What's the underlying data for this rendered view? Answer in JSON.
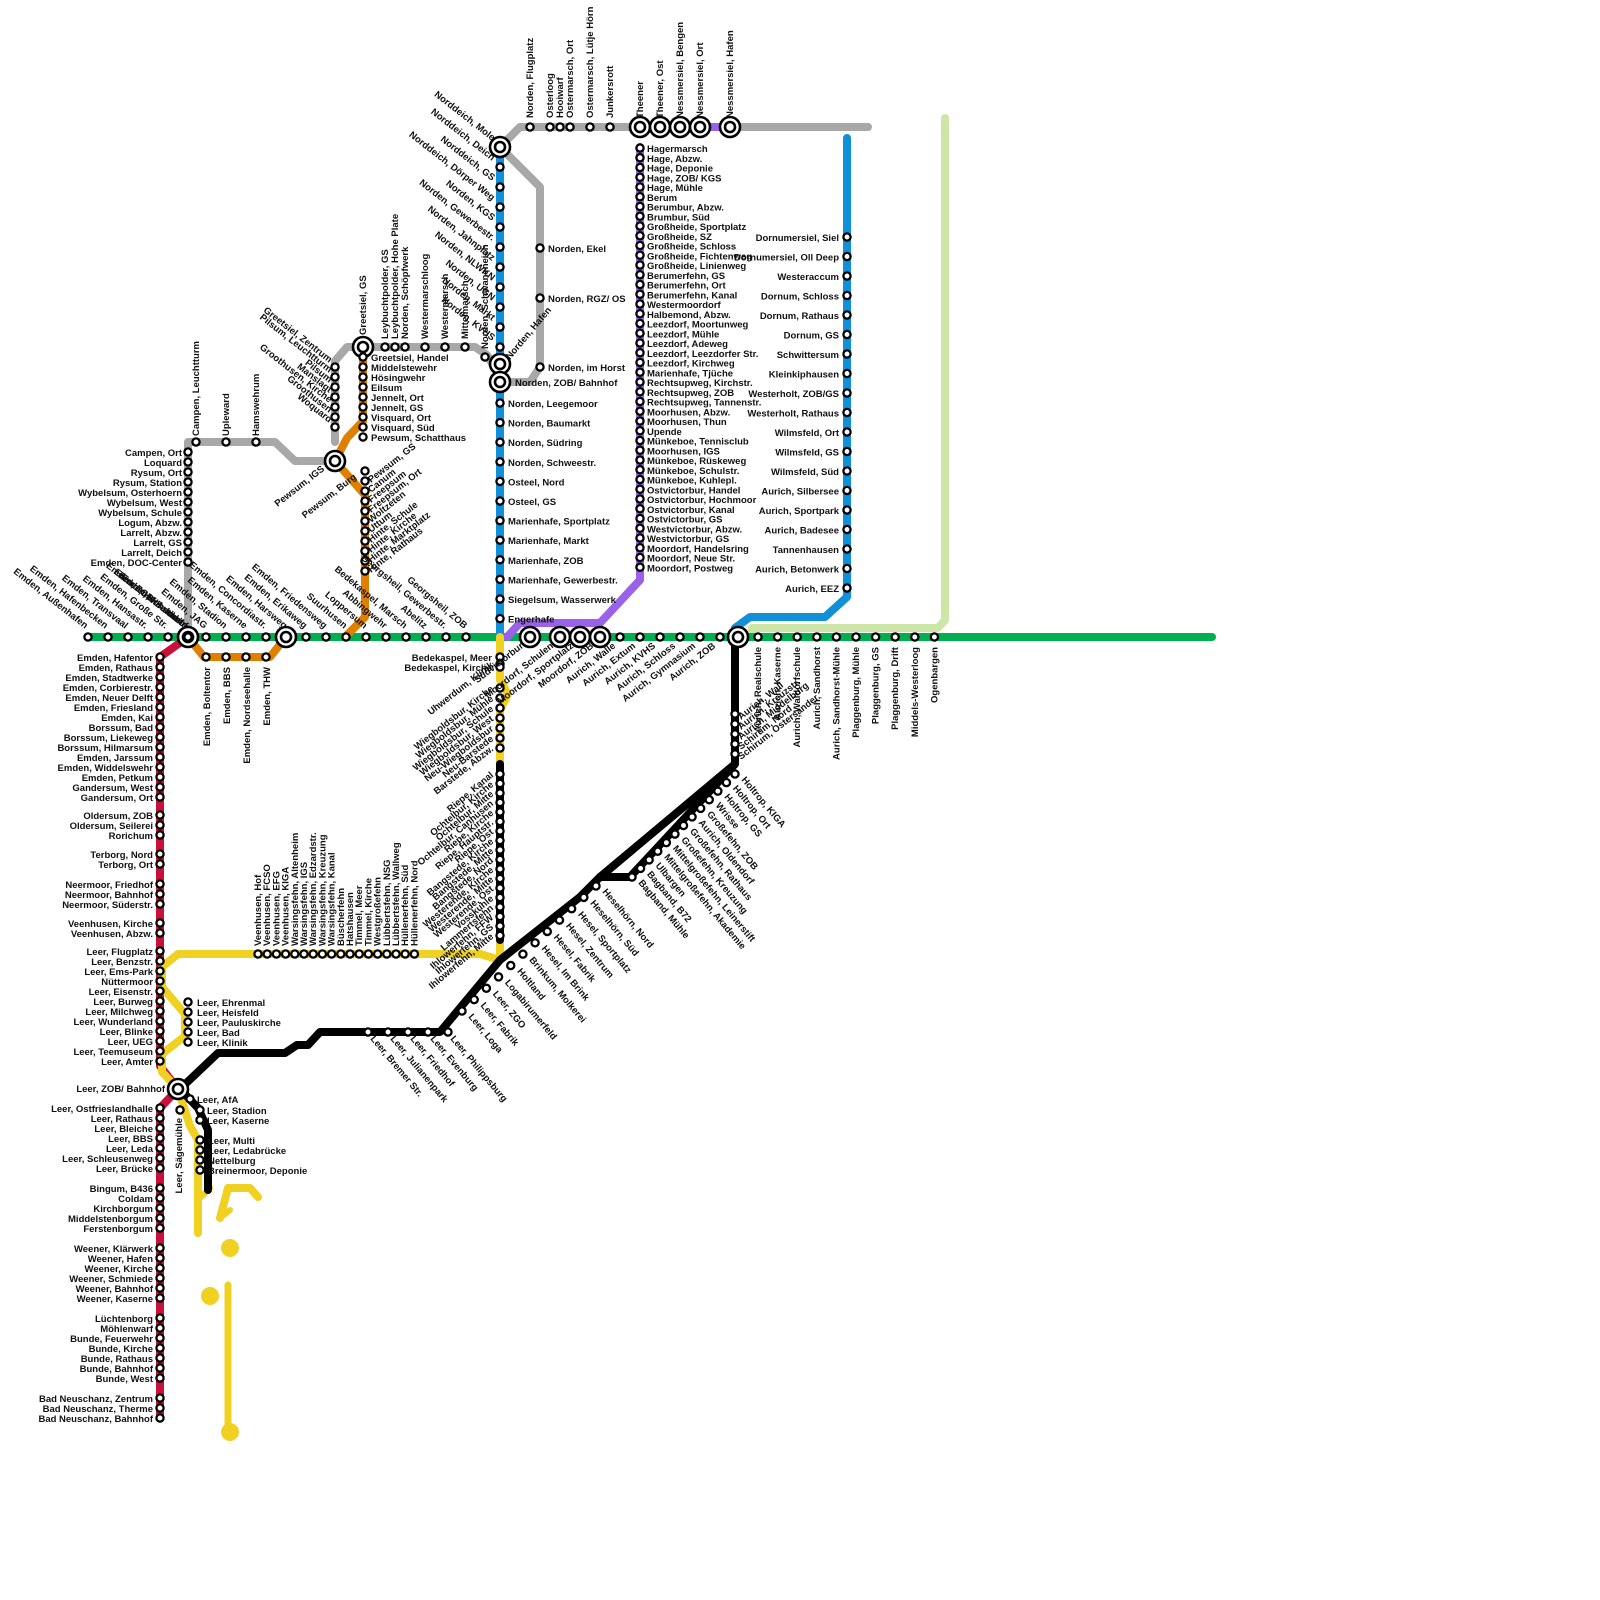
{
  "colors": {
    "green": "#00b050",
    "red": "#c8103a",
    "gray": "#a8a8a8",
    "blue": "#1090d8",
    "purple": "#9a62e8",
    "orange": "#e08000",
    "yellow": "#f0d020",
    "black": "#000000",
    "lightgreen": "#cde6a8"
  },
  "lines": [
    {
      "key": "green",
      "color": "#00b050"
    },
    {
      "key": "red",
      "color": "#c8103a"
    },
    {
      "key": "gray",
      "color": "#a8a8a8"
    },
    {
      "key": "blue",
      "color": "#1090d8"
    },
    {
      "key": "purple",
      "color": "#9a62e8"
    },
    {
      "key": "orange",
      "color": "#e08000"
    },
    {
      "key": "yellow",
      "color": "#f0d020"
    },
    {
      "key": "black",
      "color": "#000000"
    },
    {
      "key": "lightgreen",
      "color": "#cde6a8"
    }
  ],
  "groups": {
    "emden_west": [
      "Emden, Außenhafen",
      "Emden, Hafenbecken",
      "Emden, Transvaal",
      "Emden, Hansastr.",
      "Emden, Große Str.",
      "Emden, ZOB/ Bahnhof",
      "Emden, Kunsthalle",
      "Emden, Neutorstr.",
      "Emden, Hochschule"
    ],
    "emden_east": [
      "Emden, JAG",
      "Emden, Stadion",
      "Emden, Kaserne",
      "Emden, Concordiastr.",
      "Emden, Harsweg",
      "Emden, Erikaweg",
      "Emden, Friedensweg",
      "Suurhusen",
      "Loppersum",
      "Abbingwehr",
      "Bedekaspel, Marsch",
      "Abelitz",
      "Georgsheil, Gewerbestr.",
      "Georgsheil, ZOB"
    ],
    "emden_south": [
      "Emden, Boltentor",
      "Emden, BBS",
      "Emden, Nordseehalle",
      "Emden, THW"
    ],
    "campen_col": [
      "Campen, Ort",
      "Loquard",
      "Rysum, Ort",
      "Rysum, Station",
      "Wybelsum, Osterhoern",
      "Wybelsum, West",
      "Wybelsum, Schule",
      "Logum, Abzw.",
      "Larrelt, Abzw.",
      "Larrelt, GS",
      "Larrelt, Deich",
      "Emden, DOC-Center"
    ],
    "campen_top": [
      "Campen, Leuchtturm",
      "Upleward",
      "Hamswehrum"
    ],
    "red_col": [
      "Emden, Hafentor",
      "Emden, Rathaus",
      "Emden, Stadtwerke",
      "Emden, Corbierestr.",
      "Emden, Neuer Delft",
      "Emden, Friesland",
      "Emden, Kai",
      "Borssum, Bad",
      "Borssum, Liekeweg",
      "Borssum, Hilmarsum",
      "Emden, Jarssum",
      "Emden, Widdelswehr",
      "Emden, Petkum",
      "Gandersum, West",
      "Gandersum, Ort",
      "Oldersum, ZOB",
      "Oldersum, Seilerei",
      "Rorichum",
      "Terborg, Nord",
      "Terborg, Ort",
      "Neermoor, Friedhof",
      "Neermoor, Bahnhof",
      "Neermoor, Süderstr.",
      "Veenhusen, Kirche",
      "Veenhusen, Abzw.",
      "Leer, Flugplatz",
      "Leer, Benzstr.",
      "Leer, Ems-Park",
      "Nüttermoor",
      "Leer, Eisenstr.",
      "Leer, Burweg",
      "Leer, Milchweg",
      "Leer, Wunderland",
      "Leer, Blinke",
      "Leer, UEG",
      "Leer, Teemuseum",
      "Leer, Amter"
    ],
    "leer_zob": "Leer, ZOB/ Bahnhof",
    "red_south": [
      "Leer, Ostfrieslandhalle",
      "Leer, Rathaus",
      "Leer, Bleiche",
      "Leer, BBS",
      "Leer, Leda",
      "Leer, Schleusenweg",
      "Leer, Brücke",
      "Bingum, B436",
      "Coldam",
      "Kirchborgum",
      "Middelstenborgum",
      "Ferstenborgum",
      "Weener, Klärwerk",
      "Weener, Hafen",
      "Weener, Kirche",
      "Weener, Schmiede",
      "Weener, Bahnhof",
      "Weener, Kaserne",
      "Lüchtenborg",
      "Möhlenwarf",
      "Bunde, Feuerwehr",
      "Bunde, Kirche",
      "Bunde, Rathaus",
      "Bunde, Bahnhof",
      "Bunde, West",
      "Bad Neuschanz, Zentrum",
      "Bad Neuschanz, Therme",
      "Bad Neuschanz, Bahnhof"
    ],
    "leer_east_col": [
      "Leer, Ehrenmal",
      "Leer, Heisfeld",
      "Leer, Pauluskirche",
      "Leer, Bad",
      "Leer, Klinik"
    ],
    "leer_afa": [
      "Leer, AfA",
      "Leer, Stadion",
      "Leer, Kaserne"
    ],
    "leer_multi": [
      "Leer, Multi",
      "Leer, Ledabrücke",
      "Nettelburg",
      "Breinermoor, Deponie"
    ],
    "saegemuehle": "Leer, Sägemühle",
    "warsingsfehn": [
      "Veenhusen, Hof",
      "Veenhusen, FCSO",
      "Veenhusen, EFG",
      "Veenhusen, KIGA",
      "Warsingsfehn, Altenheim",
      "Warsingsfehn, IGS",
      "Warsingsfehn, Edzardstr.",
      "Warsingsfehn, Kreuzung",
      "Warsingsfehn, Kanal",
      "Büscherfehn",
      "Hatshausen",
      "Timmel, Meer",
      "Timmel, Kirche",
      "Westgroßefehn",
      "Lübbertsfehn, NSG",
      "Lübbertsfehn, Wallweg",
      "Hüllenerfehn, Süd",
      "Hüllenerfehn, Nord"
    ],
    "yellow_col": [
      "Uhwerdum, Klinik",
      "Wiegboldsbur, Kirche",
      "Wiegboldsbur, Mühle",
      "Wiegboldsbur, Schule",
      "Wiegboldsbur, West",
      "Neu-Wiegboldsbur",
      "Neu-Barstede",
      "Barstede, Abzw."
    ],
    "black_col": [
      "Riepe, Kanal",
      "Ochtelbur, Kirche",
      "Ochtelbur, Mitte",
      "Ochtelbur, Canhusen",
      "Riepe, Kirche",
      "Riepe, Hauptstr.",
      "Riepe, Ost",
      "Bangstede, Kirche",
      "Bangstede, Mitte",
      "Bangstede, Nord",
      "Westerende, Kirche",
      "Westerende, Mitte",
      "Westerende, Ost",
      "Vosskuhle",
      "Lammertsfehn",
      "Ihlowerfehn, FFW",
      "Ihlowerfehn, GS",
      "Ihlowerfehn, Mitte"
    ],
    "leer_black": [
      "Leer, Bremer Str.",
      "Leer, Julianenpark",
      "Leer, Friedhof",
      "Leer, Evenburg",
      "Leer, Philippsburg"
    ],
    "black_diag": [
      "Leer, Loga",
      "Leer, Fabrik",
      "Leer, ZGO",
      "Logabirumerfeld",
      "Holtland",
      "Brinkum, Molkerei",
      "Hesel, Im Brink",
      "Hesel, Fabrik",
      "Hesel, Zentrum",
      "Hesel, Sportplatz",
      "Heselhörn, Süd",
      "Heselhörn, Nord"
    ],
    "black_east": [
      "Bagband, Mühle",
      "Bagband, B72",
      "Ulbargen",
      "Mittelgroßefehn, Akademie",
      "Mittelgroßefehn, Leinerstift",
      "Großefehn, Kreuzung",
      "Großefehn, Rathaus",
      "Aurich, Oldendorf",
      "Großefehn, ZOB",
      "Wrisse",
      "Holtrop, GS",
      "Holtrop, Ort",
      "Holtrop, KIGA",
      "Schirum, Ostersander",
      "Schirum, Nord",
      "Aurich, Middelburg",
      "Aurich, Kreuzstr.",
      "Aurich, Wall"
    ],
    "blue_col": [
      "Norden, Leegemoor",
      "Norden, Baumarkt",
      "Norden, Südring",
      "Norden, Schweestr.",
      "Osteel, Nord",
      "Osteel, GS",
      "Marienhafe, Sportplatz",
      "Marienhafe, Markt",
      "Marienhafe, ZOB",
      "Marienhafe, Gewerbestr.",
      "Siegelsum, Wasserwerk",
      "Engerhafe"
    ],
    "bedekaspel": [
      "Bedekaspel, Meer",
      "Bedekaspel, Kirche"
    ],
    "norddeich_diag": [
      "Norddeich, Mole",
      "Norddeich, Deich",
      "Norddeich, GS",
      "Norddeich, Dörper Weg",
      "Norden, KGS",
      "Norden, Gewerbestr.",
      "Norden, Jahnplatz",
      "Norden, NLWKN",
      "Norden, UGN",
      "Norden, Markt",
      "Norden, KVHS"
    ],
    "norden_hafen": "Norden, Hafen",
    "norden_zob": "Norden, ZOB/ Bahnhof",
    "norden_gray": [
      "Norden, Ekel",
      "Norden, RGZ/ OS",
      "Norden, im Horst"
    ],
    "norden_top": [
      "Norden, Flugplatz",
      "Osterloog",
      "Hooiwarf",
      "Ostermarsch, Ort",
      "Ostermarsch, Lütje Hörn",
      "Junkersrott",
      "Theener",
      "Theener, Ost",
      "Nessmersiel, Bengen",
      "Nessmersiel, Ort",
      "Nessmersiel, Hafen"
    ],
    "purple_col": [
      "Hagermarsch",
      "Hage, Abzw.",
      "Hage, Deponie",
      "Hage, ZOB/ KGS",
      "Hage, Mühle",
      "Berum",
      "Berumbur, Abzw.",
      "Brumbur, Süd",
      "Großheide, Sportplatz",
      "Großheide, SZ",
      "Großheide, Schloss",
      "Großheide, Fichtenweg",
      "Großheide, Linienweg",
      "Berumerfehn, GS",
      "Berumerfehn, Ort",
      "Berumerfehn, Kanal",
      "Westermoordorf",
      "Halbemond, Abzw.",
      "Leezdorf, Moortunweg",
      "Leezdorf, Mühle",
      "Leezdorf, Adeweg",
      "Leezdorf, Leezdorfer Str.",
      "Leezdorf, Kirchweg",
      "Marienhafe, Tjüche",
      "Rechtsupweg, Kirchstr.",
      "Rechtsupweg, ZOB",
      "Rechtsupweg, Tannenstr.",
      "Moorhusen, Abzw.",
      "Moorhusen, Thun",
      "Upende",
      "Münkeboe, Tennisclub",
      "Moorhusen, IGS",
      "Münkeboe, Rüskeweg",
      "Münkeboe, Schulstr.",
      "Münkeboe, Kuhlepl.",
      "Ostvictorbur, Handel",
      "Ostvictorbur, Hochmoor",
      "Ostvictorbur, Kanal",
      "Ostvictorbur, GS",
      "Westvictorbur, Abzw.",
      "Westvictorbur, GS",
      "Moordorf, Handelsring",
      "Moordorf, Neue Str.",
      "Moordorf, Postweg"
    ],
    "greetsiel": "Greetsiel, GS",
    "greetsiel_col": [
      "Greetsiel, Handel",
      "Middelstewehr",
      "Hösingwehr",
      "Eilsum",
      "Jennelt, Ort",
      "Jennelt, GS",
      "Visquard, Ort",
      "Visquard, Süd",
      "Pewsum, Schatthaus"
    ],
    "greetsiel_top": [
      "Leybuchtpolder, GS",
      "Leybuchtpolder, Hohe Plate",
      "Norden, Schöpfwerk",
      "Westermarschloog",
      "Westermarsch",
      "Mittelmarsch",
      "Norden, Schwaneneich"
    ],
    "greetsiel_diag": [
      "Greetsiel, Zentrum",
      "Pilsum, Leuchtturm",
      "Pilsum",
      "Manslagt",
      "Groothusen, Kirche",
      "Groothusen",
      "Woquard"
    ],
    "pewsum_igs": "Pewsum, IGS",
    "pewsum_burg": "Pewsum, Burg",
    "pewsum_col": [
      "Pewsum, GS",
      "Canum",
      "Freepsum",
      "Freepsum, Ort",
      "Woltzeten",
      "Uttum",
      "Hinte, Schule",
      "Hinte, Kirche",
      "Hinte, Marktplatz",
      "Hinte, Rathaus"
    ],
    "moordorf_lower": [
      "Südvictorbur",
      "Moordorf, Schulen",
      "Moordorf, Sportplatz",
      "Moordorf, ZOB"
    ],
    "aurich_lower": [
      "Aurich, Walle",
      "Aurich, Extum",
      "Aurich, KVHS",
      "Aurich, Schloss",
      "Aurich, Gymnasium",
      "Aurich, ZOB"
    ],
    "aurich_east": [
      "Aurich, Realschule",
      "Aurich, Kaserne",
      "Aurich, Waldorfschule",
      "Aurich, Sandhorst",
      "Aurich, Sandhorst-Mühle",
      "Plaggenburg, Mühle",
      "Plaggenburg, GS",
      "Plaggenburg, Drift",
      "Middels-Westerloog",
      "Ogenbargen"
    ],
    "dornum_col": [
      "Dornumersiel, Siel",
      "Dornumersiel, Oll Deep",
      "Westeraccum",
      "Dornum, Schloss",
      "Dornum, Rathaus",
      "Dornum, GS",
      "Schwittersum",
      "Kleinkiphausen",
      "Westerholt, ZOB/GS",
      "Westerholt, Rathaus",
      "Wilmsfeld, Ort",
      "Wilmsfeld, GS",
      "Wilmsfeld, Süd",
      "Aurich, Silbersee",
      "Aurich, Sportpark",
      "Aurich, Badesee",
      "Tannenhausen",
      "Aurich, Betonwerk",
      "Aurich, EEZ"
    ]
  }
}
